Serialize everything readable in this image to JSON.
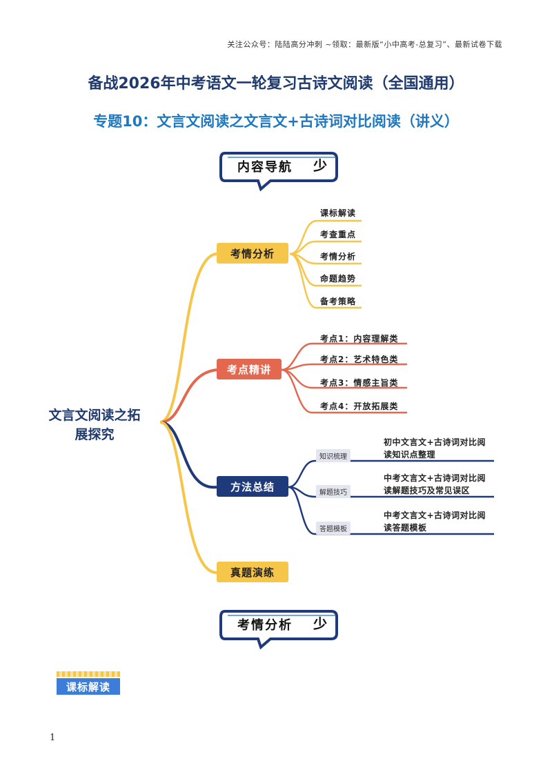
{
  "header_note": "关注公众号：陆陆高分冲刺 ~领取：最新版“小中高考-总复习”、最新试卷下载",
  "main_title": "备战2026年中考语文一轮复习古诗文阅读（全国通用）",
  "sub_title": "专题10：文言文阅读之文言文+古诗词对比阅读（讲义）",
  "bubble1": {
    "text": "内容导航",
    "icon": "少"
  },
  "bubble2": {
    "text": "考情分析",
    "icon": "少"
  },
  "mindmap": {
    "root": "文言文阅读之拓展探究",
    "branches": {
      "analysis": {
        "label": "考情分析",
        "items": [
          "课标解读",
          "考查重点",
          "考情分析",
          "命题趋势",
          "备考策略"
        ]
      },
      "points": {
        "label": "考点精讲",
        "items": [
          "考点1：内容理解类",
          "考点2：艺术特色类",
          "考点3：情感主旨类",
          "考点4：开放拓展类"
        ]
      },
      "methods": {
        "label": "方法总结",
        "tags": [
          "知识梳理",
          "解题技巧",
          "答题模板"
        ],
        "items": [
          "初中文言文+古诗词对比阅读知识点整理",
          "中考文言文+古诗词对比阅读解题技巧及常见误区",
          "中考文言文+古诗词对比阅读答题模板"
        ]
      },
      "practice": {
        "label": "真题演练"
      }
    },
    "colors": {
      "yellow": "#f6c64a",
      "red": "#e4684f",
      "blue": "#1f3a7a"
    }
  },
  "section_label": "课标解读",
  "page_number": "1"
}
